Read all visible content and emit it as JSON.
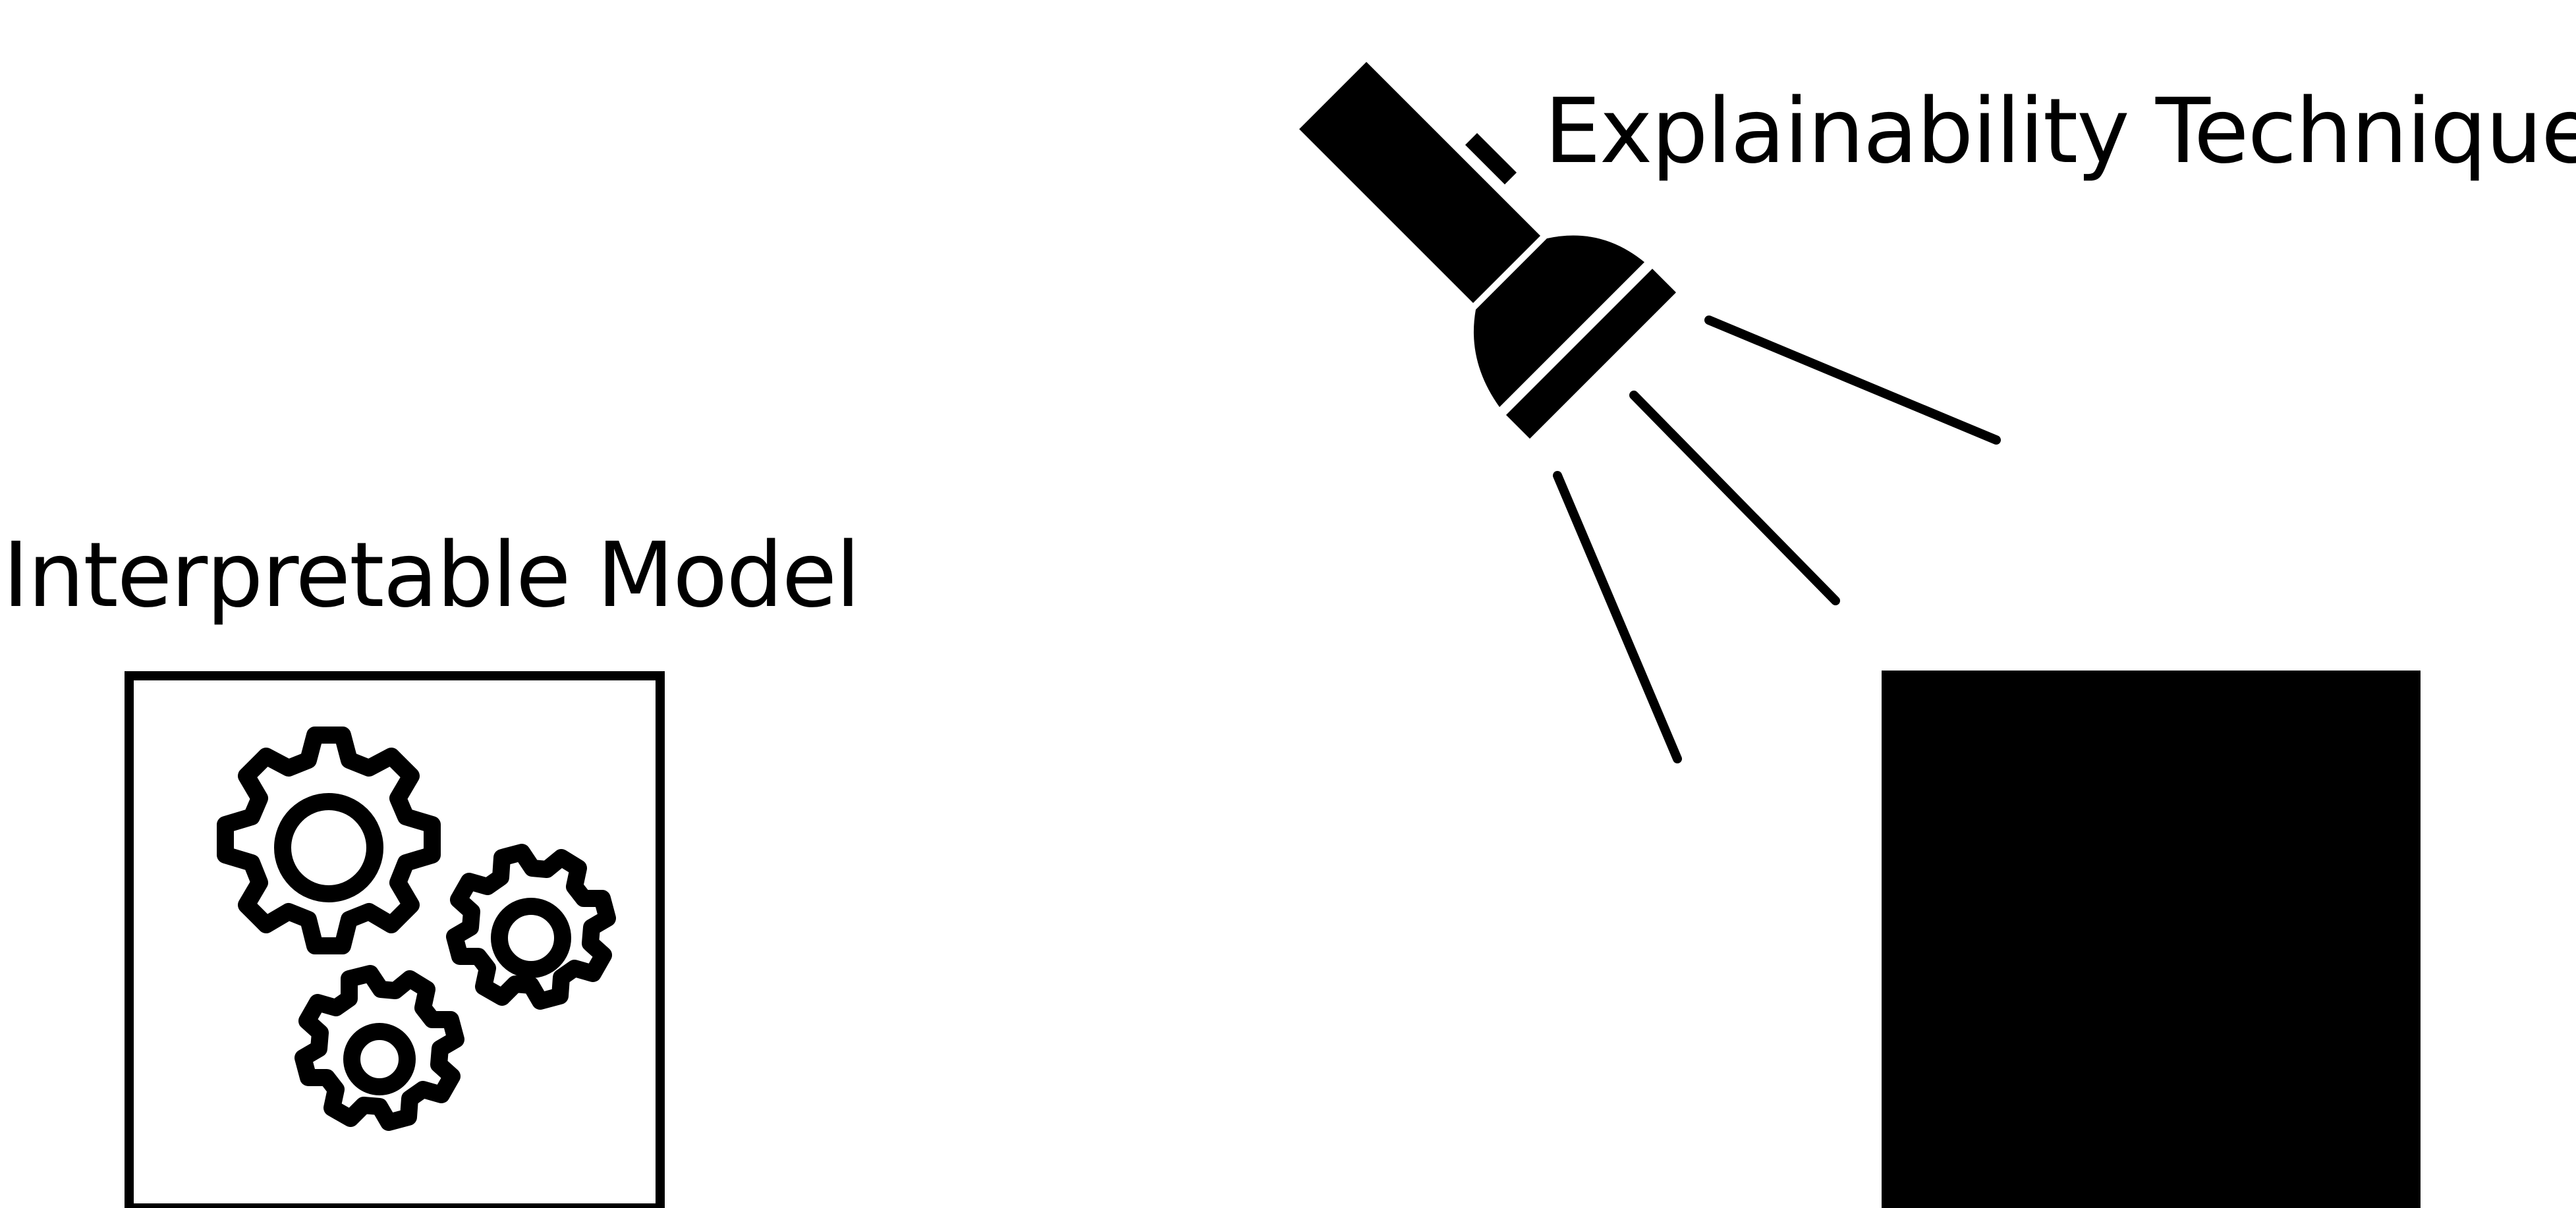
{
  "labels": {
    "interpretable_model": "Interpretable Model",
    "explainability_technique": "Explainability Technique"
  },
  "icons": {
    "gears": "gears-icon",
    "flashlight": "flashlight-icon",
    "black_box": "black-box"
  },
  "colors": {
    "ink": "#000000",
    "background": "#ffffff"
  }
}
